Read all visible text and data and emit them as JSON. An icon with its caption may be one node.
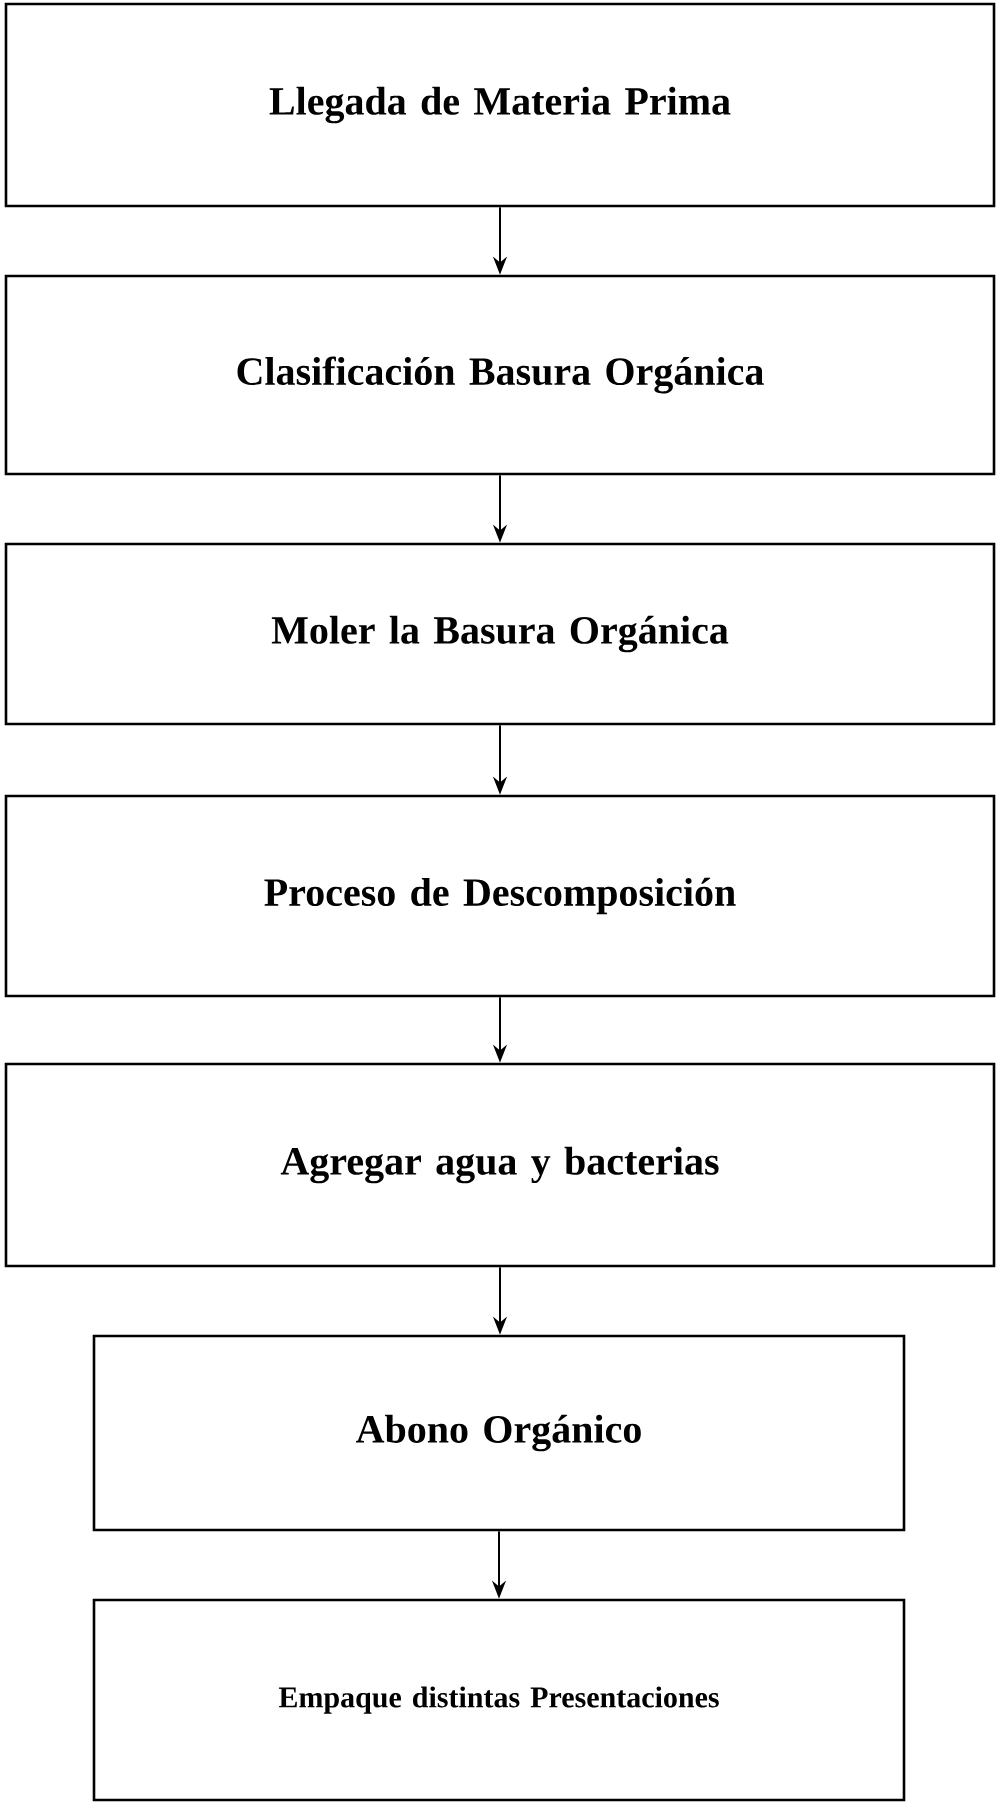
{
  "diagram": {
    "nodes": [
      {
        "text": [
          "Llegada de Materia Prima"
        ]
      },
      {
        "text": [
          "Clasificación Basura Orgánica"
        ]
      },
      {
        "text": [
          "Moler la Basura Orgánica"
        ]
      },
      {
        "text": [
          "Proceso de Descomposición"
        ]
      },
      {
        "text": [
          "Agregar agua y bacterias"
        ]
      },
      {
        "text": [
          "Abono Orgánico"
        ]
      },
      {
        "text": [
          "Empaque distintas Presentaciones"
        ]
      }
    ],
    "edges": [
      {
        "from": 0,
        "to": 1,
        "arrow": "to"
      },
      {
        "from": 1,
        "to": 2,
        "arrow": "to"
      },
      {
        "from": 2,
        "to": 3,
        "arrow": "to"
      },
      {
        "from": 3,
        "to": 4,
        "arrow": "to"
      },
      {
        "from": 4,
        "to": 5,
        "arrow": "to"
      },
      {
        "from": 5,
        "to": 6,
        "arrow": "to"
      }
    ]
  }
}
